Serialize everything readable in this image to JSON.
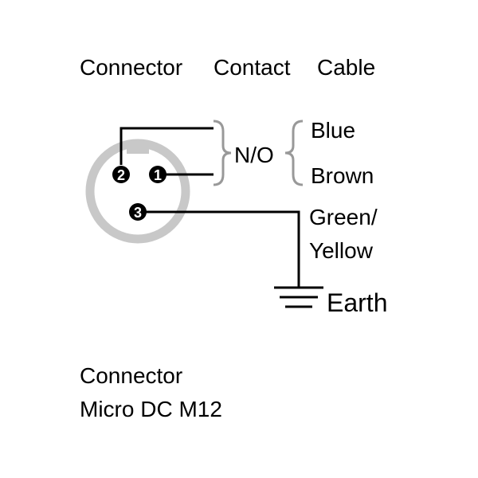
{
  "header": {
    "col_connector": "Connector",
    "col_contact": "Contact",
    "col_cable": "Cable"
  },
  "pins": [
    {
      "label": "1"
    },
    {
      "label": "2"
    },
    {
      "label": "3"
    }
  ],
  "contact": {
    "no_label": "N/O"
  },
  "cables": {
    "blue": "Blue",
    "brown": "Brown",
    "green_line1": "Green/",
    "green_line2": "Yellow"
  },
  "earth": {
    "label": "Earth"
  },
  "footer": {
    "line1": "Connector",
    "line2": "Micro DC M12"
  },
  "colors": {
    "connector_ring": "#c8c8c8",
    "bracket": "#999999",
    "wire": "#000000"
  }
}
